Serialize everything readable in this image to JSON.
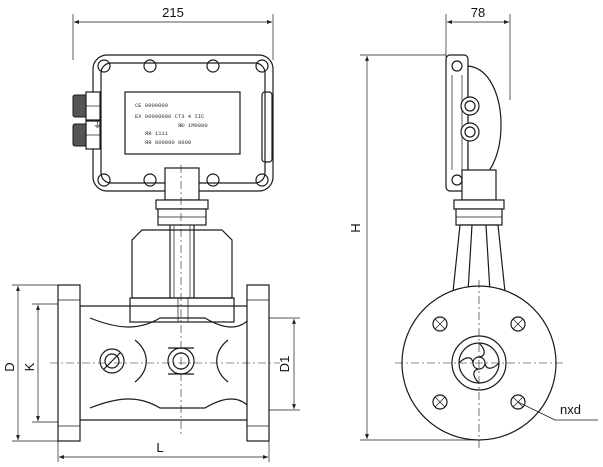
{
  "dimensions": {
    "width_label": "215",
    "depth_label": "78",
    "height_label": "H",
    "flange_diameter_label": "D",
    "bolt_circle_label": "K",
    "bore_label": "D1",
    "length_label": "L",
    "bolt_holes_label": "nxd"
  },
  "nameplate": {
    "lines": [
      "CE 0000000",
      "EX 00000000 CT3 4 IIC",
      "ЯЮ 1M0000",
      "ЯЯ 1111",
      "ЯЯ 000000 0000"
    ]
  },
  "colors": {
    "line": "#1a1a1a",
    "background": "#ffffff"
  }
}
